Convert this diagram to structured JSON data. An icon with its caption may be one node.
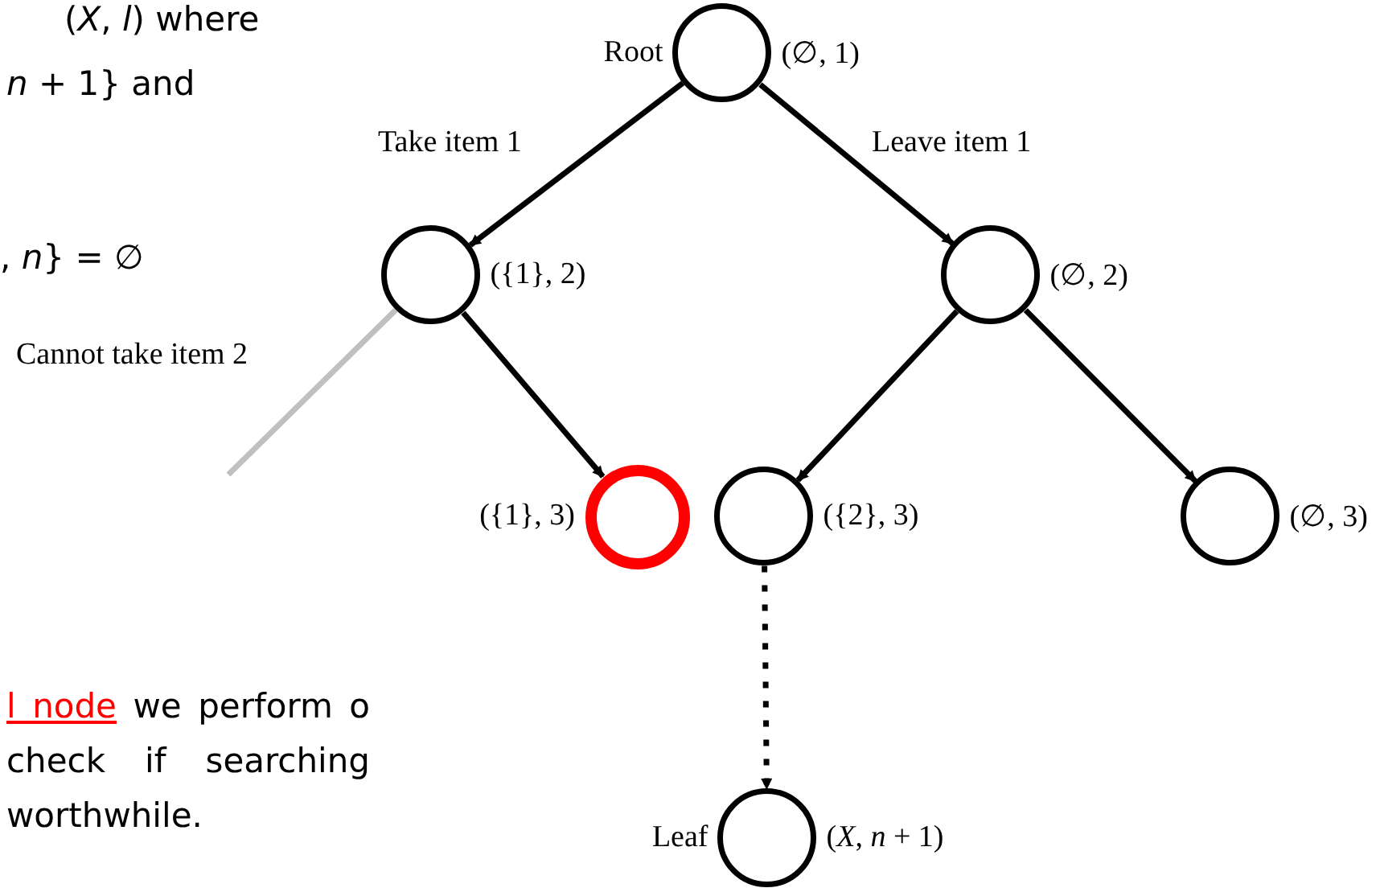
{
  "diagram": {
    "nodes": [
      {
        "text": [],
        "shape": "circle",
        "beside": [
          "Root",
          "(∅, 1)"
        ]
      },
      {
        "text": [],
        "shape": "circle",
        "beside": [
          "({1}, 2)"
        ]
      },
      {
        "text": [],
        "shape": "circle",
        "beside": [
          "(∅, 2)"
        ]
      },
      {
        "text": [],
        "shape": "circle",
        "beside": [
          "({1}, 3)"
        ]
      },
      {
        "text": [],
        "shape": "circle",
        "beside": [
          "({2}, 3)"
        ]
      },
      {
        "text": [],
        "shape": "circle",
        "beside": [
          "(∅, 3)"
        ]
      },
      {
        "text": [],
        "shape": "circle",
        "beside": [
          "Leaf",
          "(*X*, *n* + 1)"
        ]
      }
    ],
    "edges": [
      {
        "from": 0,
        "to": 1,
        "arrow": "to",
        "label": "Take item 1"
      },
      {
        "from": 0,
        "to": 2,
        "arrow": "to",
        "label": "Leave item 1"
      },
      {
        "from": 1,
        "to": null,
        "arrow": "none",
        "label": "Cannot take item 2",
        "color": "#c0c0c0"
      },
      {
        "from": 1,
        "to": 3,
        "arrow": "to"
      },
      {
        "from": 2,
        "to": 4,
        "arrow": "to"
      },
      {
        "from": 2,
        "to": 5,
        "arrow": "to"
      },
      {
        "from": 4,
        "to": 6,
        "arrow": "to",
        "style": "dashed"
      }
    ],
    "labels": [
      "(*X*, *l*) where",
      "*n* + 1} and",
      ", *n*} = ∅",
      "l node",
      "we perform o check if searching worthwhile."
    ]
  }
}
